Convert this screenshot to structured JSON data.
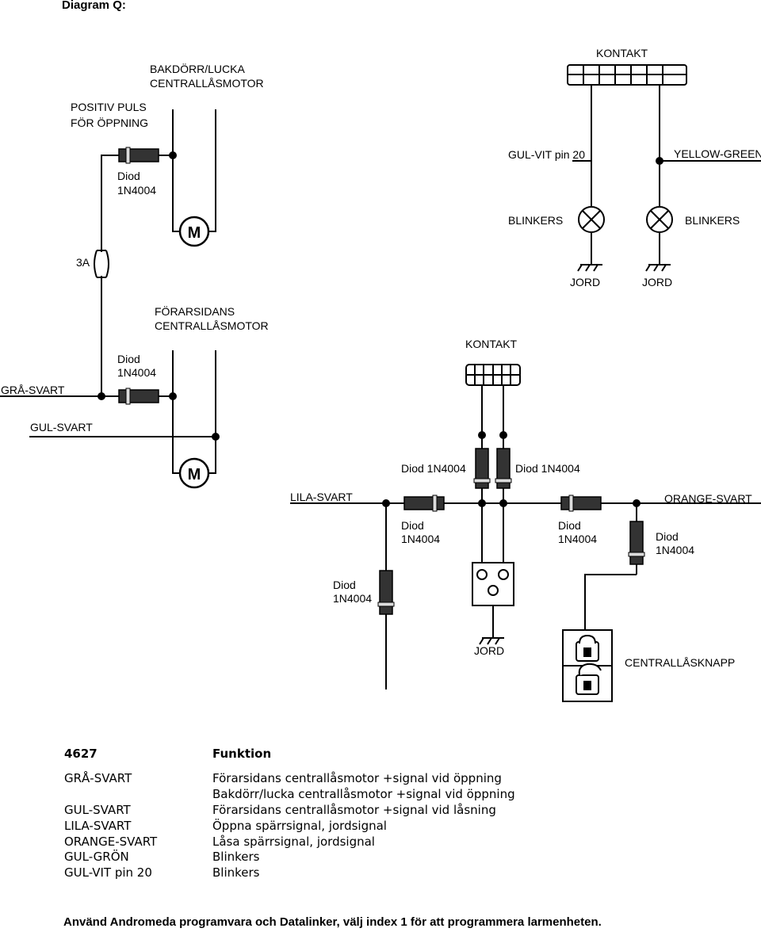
{
  "title": "Diagram Q:",
  "labels": {
    "bakdorr_l1": "BAKDÖRR/LUCKA",
    "bakdorr_l2": "CENTRALLÅSMOTOR",
    "positiv_l1": "POSITIV PULS",
    "positiv_l2": "FÖR ÖPPNING",
    "kontakt_top": "KONTAKT",
    "gulvit_pin20": "GUL-VIT pin 20",
    "yellow_green": "YELLOW-GREEN",
    "blinkers": "BLINKERS",
    "jord": "JORD",
    "fuse_3a": "3A",
    "forarsidans_l1": "FÖRARSIDANS",
    "forarsidans_l2": "CENTRALLÅSMOTOR",
    "kontakt_mid": "KONTAKT",
    "gra_svart": "GRÅ-SVART",
    "gul_svart": "GUL-SVART",
    "lila_svart": "LILA-SVART",
    "orange_svart": "ORANGE-SVART",
    "diod": "Diod",
    "diod_model": "1N4004",
    "diod_full": "Diod 1N4004",
    "motor": "M",
    "centrallasknapp": "CENTRALLÅSKNAPP"
  },
  "table": {
    "col1_header": "4627",
    "col2_header": "Funktion",
    "rows": [
      {
        "wire": "GRÅ-SVART",
        "function": "Förarsidans centrallåsmotor +signal vid öppning"
      },
      {
        "wire": "",
        "function": "Bakdörr/lucka centrallåsmotor +signal vid öppning"
      },
      {
        "wire": "GUL-SVART",
        "function": "Förarsidans centrallåsmotor +signal vid låsning"
      },
      {
        "wire": "LILA-SVART",
        "function": "Öppna spärrsignal, jordsignal"
      },
      {
        "wire": "ORANGE-SVART",
        "function": "Låsa spärrsignal, jordsignal"
      },
      {
        "wire": "GUL-GRÖN",
        "function": "Blinkers"
      },
      {
        "wire": "GUL-VIT pin 20",
        "function": "Blinkers"
      }
    ]
  },
  "footer": "Använd Andromeda programvara och Datalinker, välj index 1 för att programmera larmenheten."
}
